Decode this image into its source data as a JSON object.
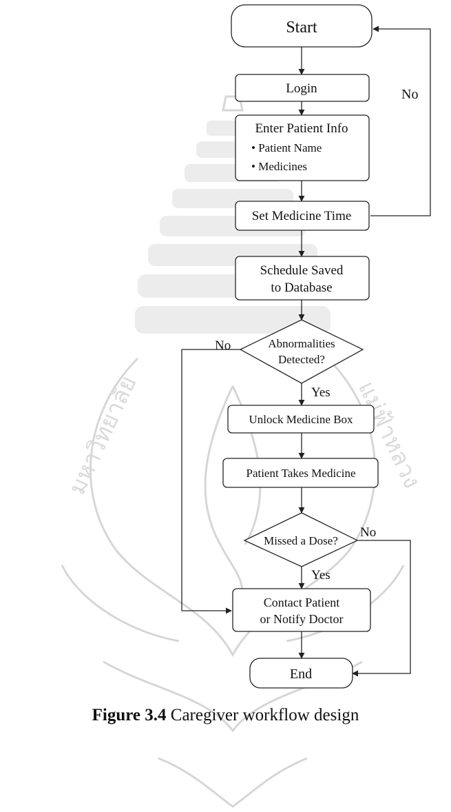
{
  "diagram": {
    "nodes": [
      {
        "id": "start",
        "lines": [
          "Start"
        ]
      },
      {
        "id": "login",
        "lines": [
          "Login"
        ]
      },
      {
        "id": "enter_info",
        "lines": [
          "Enter Patient Info",
          "• Patient Name",
          "• Medicines"
        ]
      },
      {
        "id": "set_time",
        "lines": [
          "Set Medicine Time"
        ]
      },
      {
        "id": "schedule",
        "lines": [
          "Schedule Saved",
          "to Database"
        ]
      },
      {
        "id": "abnormal",
        "lines": [
          "Abnormalities",
          "Detected?"
        ]
      },
      {
        "id": "unlock",
        "lines": [
          "Unlock Medicine Box"
        ]
      },
      {
        "id": "takes",
        "lines": [
          "Patient Takes Medicine"
        ]
      },
      {
        "id": "missed",
        "lines": [
          "Missed a Dose?"
        ]
      },
      {
        "id": "contact",
        "lines": [
          "Contact Patient",
          "or Notify Doctor"
        ]
      },
      {
        "id": "end",
        "lines": [
          "End"
        ]
      }
    ],
    "edge_labels": {
      "loop_no": "No",
      "abnormal_no": "No",
      "abnormal_yes": "Yes",
      "missed_no": "No",
      "missed_yes": "Yes"
    }
  },
  "caption": {
    "number": "Figure 3.4",
    "text": " Caregiver workflow design"
  }
}
